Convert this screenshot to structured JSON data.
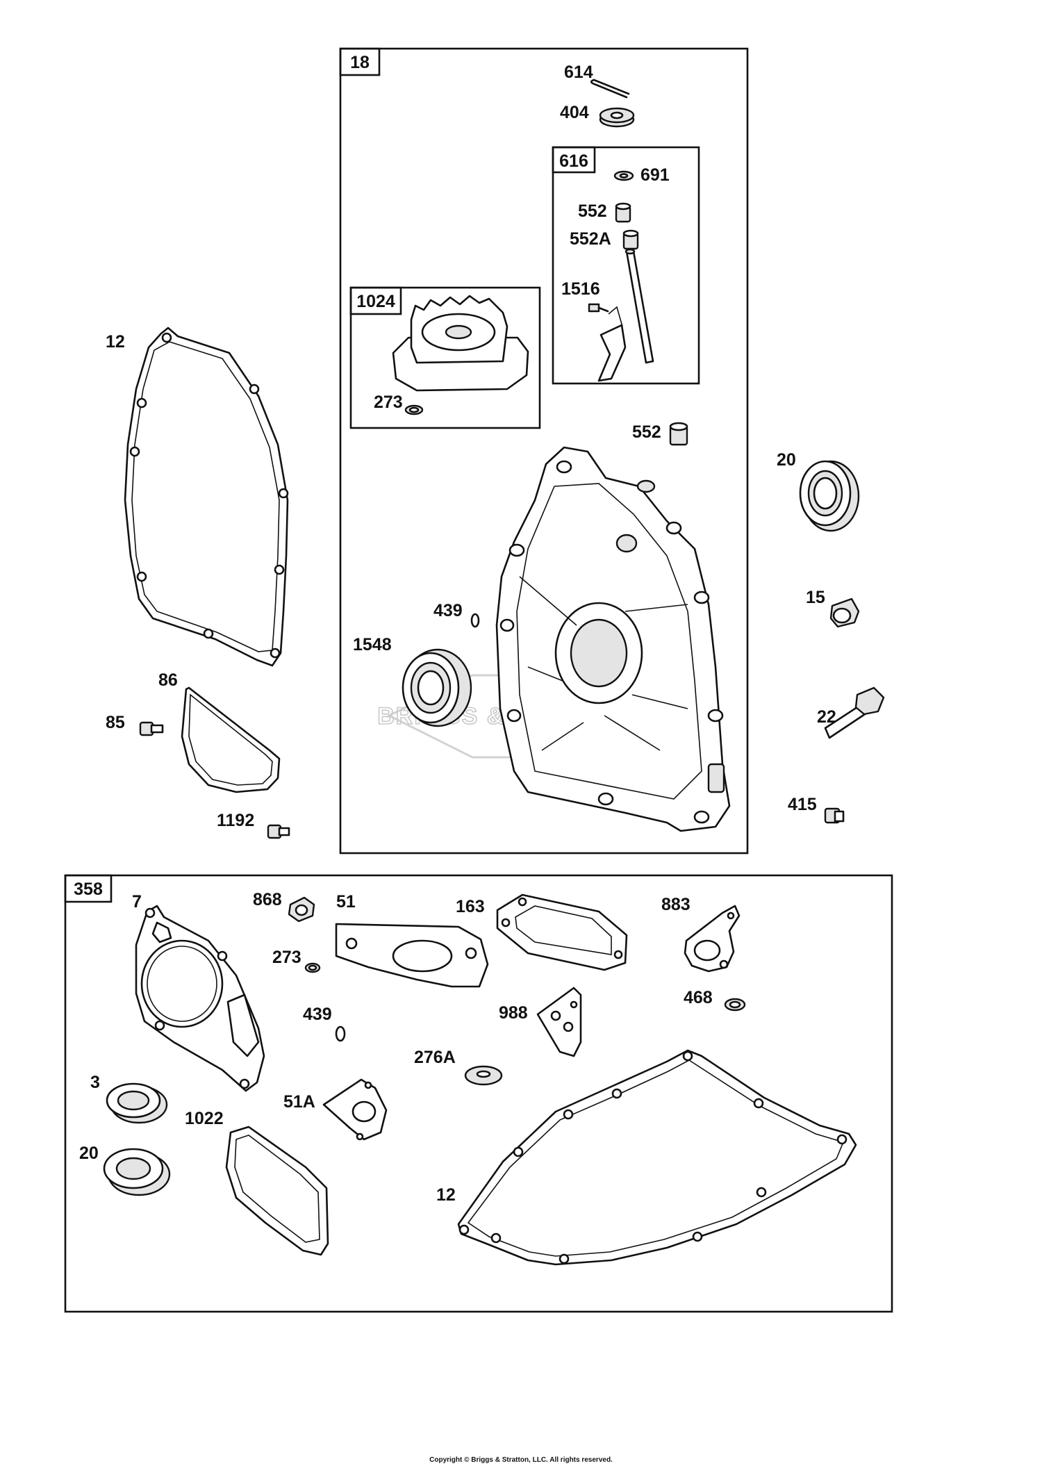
{
  "boxes": {
    "group_18": "18",
    "group_616": "616",
    "group_1024": "1024",
    "group_358": "358"
  },
  "labels": {
    "p614": "614",
    "p404": "404",
    "p691": "691",
    "p552a": "552",
    "p552A": "552A",
    "p1516": "1516",
    "p273_upper": "273",
    "p552b": "552",
    "p439_upper": "439",
    "p1548": "1548",
    "p12_left": "12",
    "p86": "86",
    "p85": "85",
    "p1192": "1192",
    "p20_right": "20",
    "p15": "15",
    "p22": "22",
    "p415": "415",
    "p7": "7",
    "p868": "868",
    "p51": "51",
    "p163": "163",
    "p883": "883",
    "p273_lower": "273",
    "p439_lower": "439",
    "p988": "988",
    "p468": "468",
    "p276A": "276A",
    "p3": "3",
    "p1022": "1022",
    "p51A": "51A",
    "p20_lower": "20",
    "p12_lower": "12"
  },
  "watermark": "BRIGGS & STRATTON",
  "copyright": "Copyright © Briggs & Stratton, LLC. All rights reserved."
}
